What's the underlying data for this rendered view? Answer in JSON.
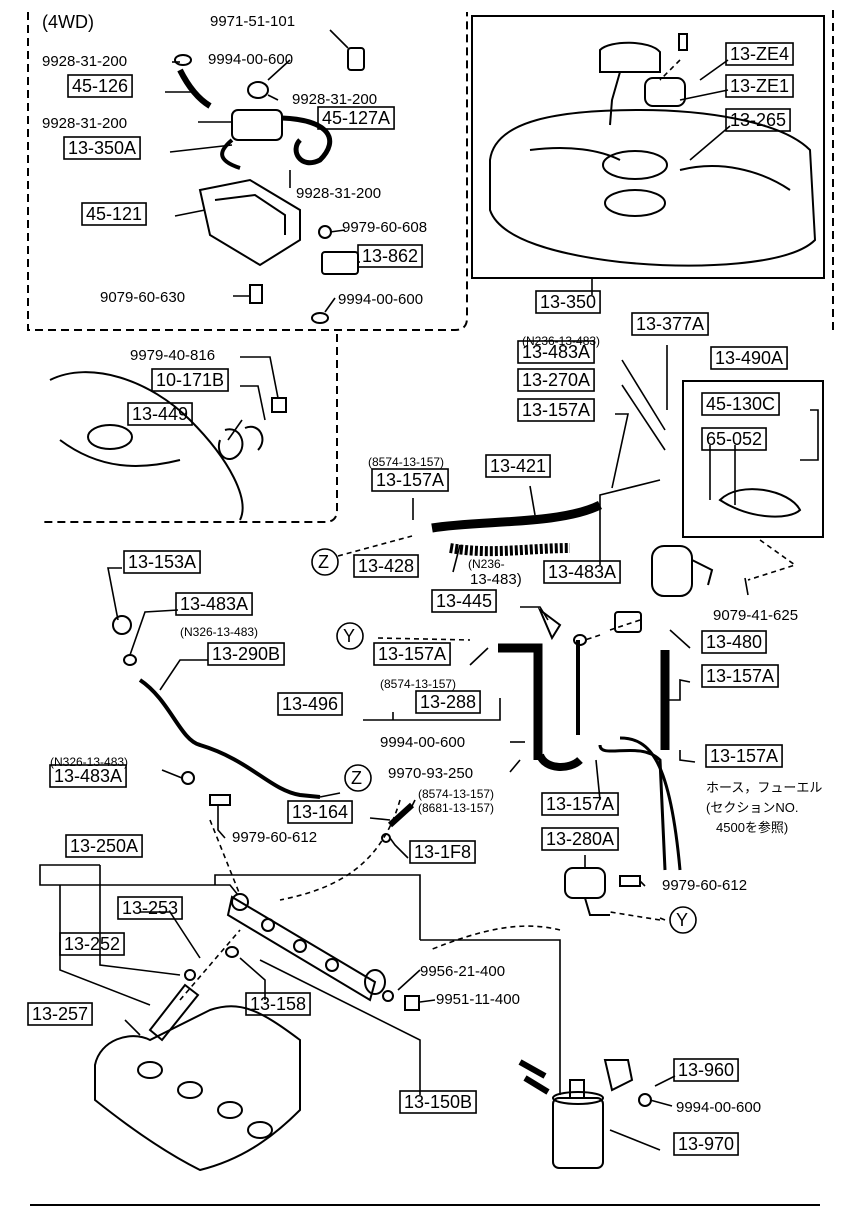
{
  "region_4wd": "(4WD)",
  "callout_y": "Y",
  "callout_z": "Z",
  "parts": [
    {
      "id": "p1",
      "text": "9971-51-101",
      "boxed": false
    },
    {
      "id": "p2",
      "text": "9928-31-200",
      "boxed": false
    },
    {
      "id": "p3",
      "text": "9994-00-600",
      "boxed": false
    },
    {
      "id": "p4",
      "text": "45-126",
      "boxed": true
    },
    {
      "id": "p5",
      "text": "9928-31-200",
      "boxed": false
    },
    {
      "id": "p6",
      "text": "9928-31-200",
      "boxed": false
    },
    {
      "id": "p7",
      "text": "45-127A",
      "boxed": true
    },
    {
      "id": "p8",
      "text": "13-350A",
      "boxed": true
    },
    {
      "id": "p9",
      "text": "9928-31-200",
      "boxed": false
    },
    {
      "id": "p10",
      "text": "45-121",
      "boxed": true
    },
    {
      "id": "p11",
      "text": "9979-60-608",
      "boxed": false
    },
    {
      "id": "p12",
      "text": "13-862",
      "boxed": true
    },
    {
      "id": "p13",
      "text": "9079-60-630",
      "boxed": false
    },
    {
      "id": "p14",
      "text": "9994-00-600",
      "boxed": false
    },
    {
      "id": "p15",
      "text": "13-ZE4",
      "boxed": true
    },
    {
      "id": "p16",
      "text": "13-ZE1",
      "boxed": true
    },
    {
      "id": "p17",
      "text": "13-265",
      "boxed": true
    },
    {
      "id": "p18",
      "text": "13-350",
      "boxed": true
    },
    {
      "id": "p19",
      "text": "9979-40-816",
      "boxed": false
    },
    {
      "id": "p20",
      "text": "10-171B",
      "boxed": true
    },
    {
      "id": "p21",
      "text": "13-449",
      "boxed": true
    },
    {
      "id": "p22",
      "text": "(N236-13-483)",
      "boxed": false
    },
    {
      "id": "p23",
      "text": "13-377A",
      "boxed": true
    },
    {
      "id": "p24",
      "text": "13-483A",
      "boxed": true
    },
    {
      "id": "p25",
      "text": "13-490A",
      "boxed": true
    },
    {
      "id": "p26",
      "text": "13-270A",
      "boxed": true
    },
    {
      "id": "p27",
      "text": "45-130C",
      "boxed": true
    },
    {
      "id": "p28",
      "text": "13-157A",
      "boxed": true
    },
    {
      "id": "p29",
      "text": "65-052",
      "boxed": true
    },
    {
      "id": "p30",
      "text": "(8574-13-157)",
      "boxed": false
    },
    {
      "id": "p31",
      "text": "13-421",
      "boxed": true
    },
    {
      "id": "p32",
      "text": "13-157A",
      "boxed": true
    },
    {
      "id": "p33",
      "text": "13-428",
      "boxed": true
    },
    {
      "id": "p34",
      "text": "(N236-",
      "boxed": false
    },
    {
      "id": "p35",
      "text": "13-483)",
      "boxed": false
    },
    {
      "id": "p36",
      "text": "13-483A",
      "boxed": true
    },
    {
      "id": "p37",
      "text": "13-153A",
      "boxed": true
    },
    {
      "id": "p38",
      "text": "9079-41-625",
      "boxed": false
    },
    {
      "id": "p39",
      "text": "13-445",
      "boxed": true
    },
    {
      "id": "p40",
      "text": "13-483A",
      "boxed": true
    },
    {
      "id": "p41",
      "text": "(N326-13-483)",
      "boxed": false
    },
    {
      "id": "p42",
      "text": "13-480",
      "boxed": true
    },
    {
      "id": "p43",
      "text": "13-157A",
      "boxed": true
    },
    {
      "id": "p44",
      "text": "13-290B",
      "boxed": true
    },
    {
      "id": "p45",
      "text": "(8574-13-157)",
      "boxed": false
    },
    {
      "id": "p46",
      "text": "13-157A",
      "boxed": true
    },
    {
      "id": "p47",
      "text": "13-496",
      "boxed": true
    },
    {
      "id": "p48",
      "text": "13-288",
      "boxed": true
    },
    {
      "id": "p49",
      "text": "9994-00-600",
      "boxed": false
    },
    {
      "id": "p50",
      "text": "(N326-13-483)",
      "boxed": false
    },
    {
      "id": "p51",
      "text": "13-157A",
      "boxed": true
    },
    {
      "id": "p52",
      "text": "13-483A",
      "boxed": true
    },
    {
      "id": "p53",
      "text": "9970-93-250",
      "boxed": false
    },
    {
      "id": "p54",
      "text": "(8574-13-157)",
      "boxed": false
    },
    {
      "id": "p55",
      "text": "(8681-13-157)",
      "boxed": false
    },
    {
      "id": "p56",
      "text": "13-157A",
      "boxed": true
    },
    {
      "id": "p57",
      "text": "13-164",
      "boxed": true
    },
    {
      "id": "p58",
      "text": "9979-60-612",
      "boxed": false
    },
    {
      "id": "p59",
      "text": "13-1F8",
      "boxed": true
    },
    {
      "id": "p60",
      "text": "13-280A",
      "boxed": true
    },
    {
      "id": "p61",
      "text": "13-250A",
      "boxed": true
    },
    {
      "id": "p62",
      "text": "9979-60-612",
      "boxed": false
    },
    {
      "id": "p63",
      "text": "13-253",
      "boxed": true
    },
    {
      "id": "p64",
      "text": "13-252",
      "boxed": true
    },
    {
      "id": "p65",
      "text": "9956-21-400",
      "boxed": false
    },
    {
      "id": "p66",
      "text": "9951-11-400",
      "boxed": false
    },
    {
      "id": "p67",
      "text": "13-158",
      "boxed": true
    },
    {
      "id": "p68",
      "text": "13-257",
      "boxed": true
    },
    {
      "id": "p69",
      "text": "13-960",
      "boxed": true
    },
    {
      "id": "p70",
      "text": "13-150B",
      "boxed": true
    },
    {
      "id": "p71",
      "text": "9994-00-600",
      "boxed": false
    },
    {
      "id": "p72",
      "text": "13-970",
      "boxed": true
    }
  ],
  "note_lines": [
    "ホース，フューエル",
    "(セクションNO.",
    "4500を参照)"
  ]
}
